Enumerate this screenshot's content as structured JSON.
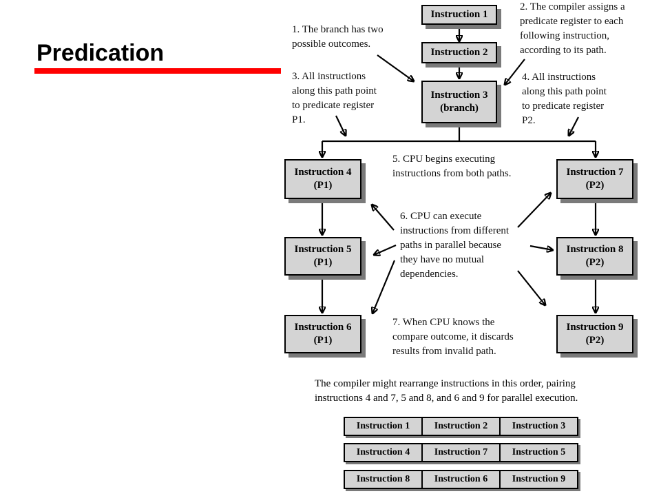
{
  "slide": {
    "title": "Predication",
    "accent_color": "#ff0000"
  },
  "boxes": {
    "i1": {
      "line1": "Instruction 1",
      "line2": ""
    },
    "i2": {
      "line1": "Instruction 2",
      "line2": ""
    },
    "i3": {
      "line1": "Instruction 3",
      "line2": "(branch)"
    },
    "i4": {
      "line1": "Instruction 4",
      "line2": "(P1)"
    },
    "i5": {
      "line1": "Instruction 5",
      "line2": "(P1)"
    },
    "i6": {
      "line1": "Instruction 6",
      "line2": "(P1)"
    },
    "i7": {
      "line1": "Instruction 7",
      "line2": "(P2)"
    },
    "i8": {
      "line1": "Instruction 8",
      "line2": "(P2)"
    },
    "i9": {
      "line1": "Instruction 9",
      "line2": "(P2)"
    }
  },
  "notes": {
    "n1": "1. The branch has two\npossible outcomes.",
    "n2": "2. The compiler assigns a\npredicate register to each\nfollowing instruction,\naccording to its path.",
    "n3": "3. All instructions\nalong this path point\nto predicate register\nP1.",
    "n4": "4. All instructions\nalong this path point\nto predicate register\nP2.",
    "n5": "5. CPU begins executing\ninstructions from both paths.",
    "n6": "6. CPU can execute\ninstructions from different\npaths in parallel because\nthey have no mutual\ndependencies.",
    "n7": "7. When CPU knows the\ncompare outcome, it discards\nresults from invalid path."
  },
  "bundles": {
    "caption": "The compiler might rearrange instructions in this order, pairing\ninstructions 4 and 7, 5 and 8, and 6 and 9 for parallel execution.",
    "rows": [
      [
        "Instruction 1",
        "Instruction 2",
        "Instruction 3"
      ],
      [
        "Instruction 4",
        "Instruction 7",
        "Instruction 5"
      ],
      [
        "Instruction 8",
        "Instruction 6",
        "Instruction 9"
      ]
    ]
  }
}
